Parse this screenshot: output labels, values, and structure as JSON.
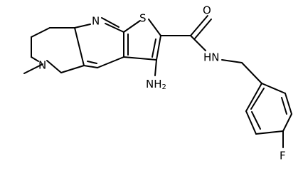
{
  "molecule": {
    "atom_labels": {
      "pyridine_n": "N",
      "thiophene_s": "S",
      "carbonyl_o": "O",
      "amide_nh": "HN",
      "amino_nh2": "NH",
      "amino_sub": "2",
      "ring_n": "N",
      "fluorine": "F"
    },
    "colors": {
      "bond": "#000000",
      "label": "#000000",
      "background": "#ffffff"
    }
  }
}
